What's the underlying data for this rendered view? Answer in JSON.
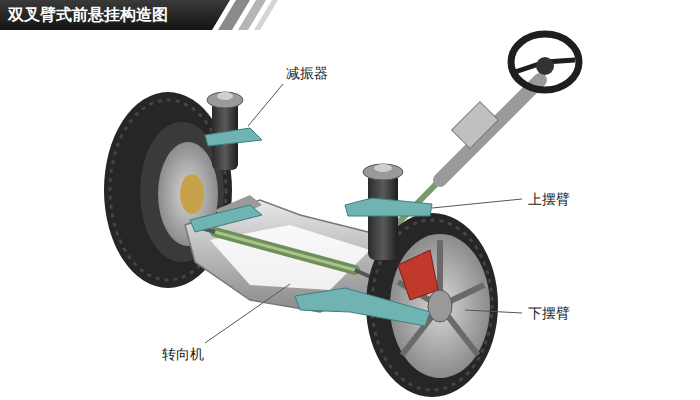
{
  "diagram": {
    "title": "双叉臂式前悬挂构造图",
    "labels": [
      "减振器",
      "上摆臂",
      "下摆臂",
      "转向机"
    ]
  }
}
